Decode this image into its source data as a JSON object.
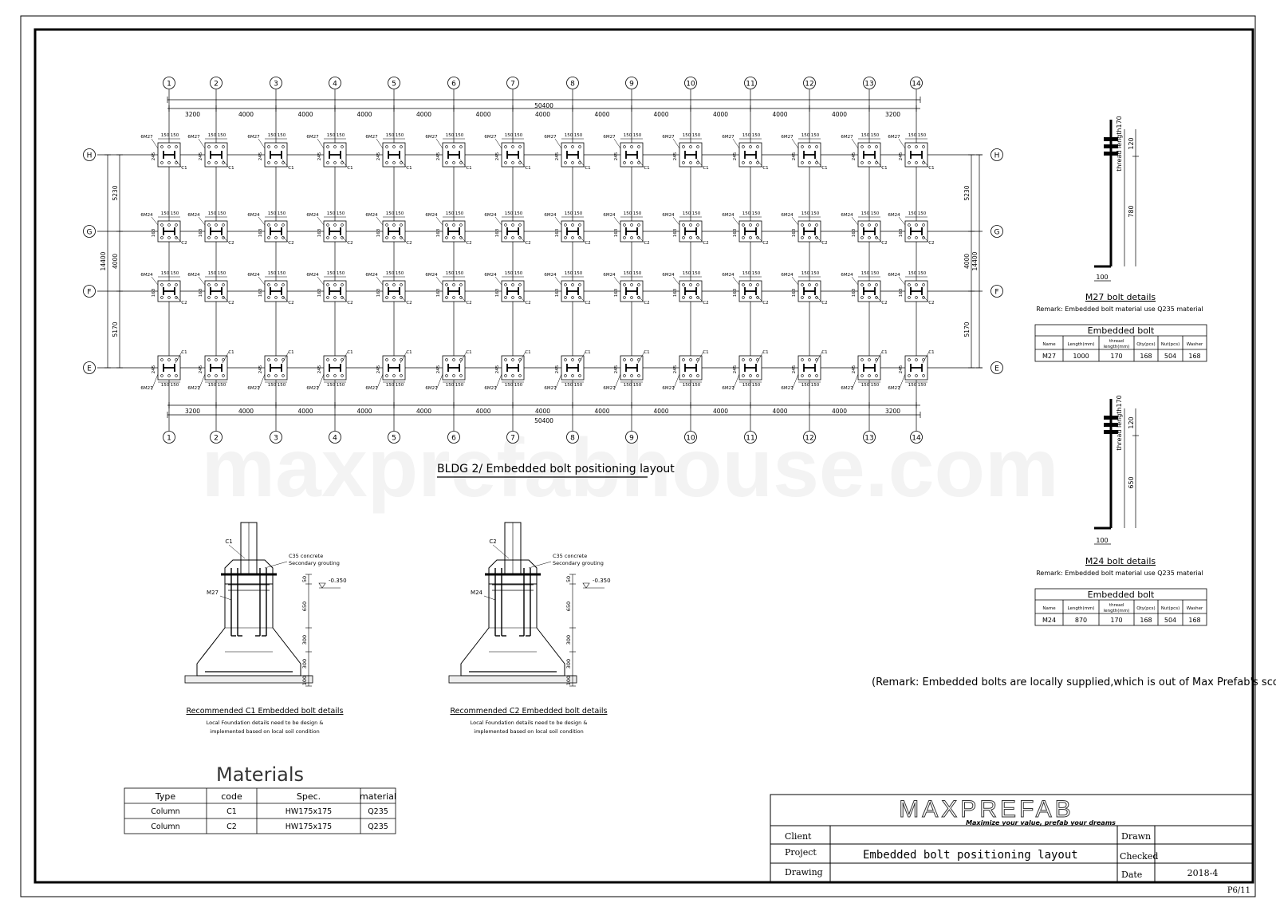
{
  "watermark": "maxprefabhouse.com",
  "layout": {
    "title": "BLDG 2/ Embedded bolt positioning layout",
    "columns": [
      "1",
      "2",
      "3",
      "4",
      "5",
      "6",
      "7",
      "8",
      "9",
      "10",
      "11",
      "12",
      "13",
      "14"
    ],
    "rows": [
      "H",
      "G",
      "F",
      "E"
    ],
    "spacings": [
      "3200",
      "4000",
      "4000",
      "4000",
      "4000",
      "4000",
      "4000",
      "4000",
      "4000",
      "4000",
      "4000",
      "4000",
      "3200"
    ],
    "total_length": "50400",
    "row_spacings": [
      "5230",
      "4000",
      "5170"
    ],
    "total_width": "14400",
    "bolt_m27": "6M27",
    "bolt_m24": "6M24",
    "dim_150": "150",
    "dim_245": "245",
    "dim_163": "163",
    "col_c1": "C1",
    "col_c2": "C2"
  },
  "m27_detail": {
    "title": "M27 bolt details",
    "remark": "Remark: Embedded bolt material use Q235 material",
    "thread_label": "thread length170",
    "dim_a": "120",
    "dim_b": "780",
    "dim_c": "100",
    "table": {
      "caption": "Embedded bolt",
      "headers": [
        "Name",
        "Length(mm)",
        "thread length(mm)",
        "Qty(pcs)",
        "Nut(pcs)",
        "Washer"
      ],
      "row": [
        "M27",
        "1000",
        "170",
        "168",
        "504",
        "168"
      ]
    }
  },
  "m24_detail": {
    "title": "M24 bolt details",
    "remark": "Remark: Embedded bolt material use Q235 material",
    "thread_label": "thread length170",
    "dim_a": "120",
    "dim_b": "650",
    "dim_c": "100",
    "table": {
      "caption": "Embedded bolt",
      "headers": [
        "Name",
        "Length(mm)",
        "thread length(mm)",
        "Qty(pcs)",
        "Nut(pcs)",
        "Washer"
      ],
      "row": [
        "M24",
        "870",
        "170",
        "168",
        "504",
        "168"
      ]
    }
  },
  "c1_detail": {
    "col": "C1",
    "bolt": "M27",
    "concrete": "C35 concrete",
    "grouting": "Secondary grouting",
    "level": "-0.350",
    "dims": [
      "50",
      "650",
      "300",
      "300",
      "100"
    ],
    "title": "Recommended C1 Embedded bolt details",
    "note1": "Local Foundation details need to be design &",
    "note2": "implemented based on local soil condition"
  },
  "c2_detail": {
    "col": "C2",
    "bolt": "M24",
    "concrete": "C35 concrete",
    "grouting": "Secondary grouting",
    "level": "-0.350",
    "dims": [
      "50",
      "650",
      "300",
      "300",
      "100"
    ],
    "title": "Recommended C2 Embedded bolt details",
    "note1": "Local Foundation details need to be design &",
    "note2": "implemented based on local soil condition"
  },
  "scope_remark": "(Remark: Embedded bolts are locally supplied,which is out of Max Prefab's scope)",
  "materials": {
    "title": "Materials",
    "headers": [
      "Type",
      "code",
      "Spec.",
      "material"
    ],
    "rows": [
      [
        "Column",
        "C1",
        "HW175x175",
        "Q235"
      ],
      [
        "Column",
        "C2",
        "HW175x175",
        "Q235"
      ]
    ]
  },
  "title_block": {
    "logo": "MAXPREFAB",
    "slogan": "Maximize your value, prefab your dreams",
    "client_label": "Client",
    "client_value": "",
    "project_label": "Project",
    "project_value": "Embedded bolt positioning layout",
    "drawing_label": "Drawing",
    "drawing_value": "",
    "drawn_label": "Drawn",
    "drawn_value": "",
    "checked_label": "Checked",
    "checked_value": "",
    "date_label": "Date",
    "date_value": "2018-4"
  },
  "sheet": "P6/11"
}
